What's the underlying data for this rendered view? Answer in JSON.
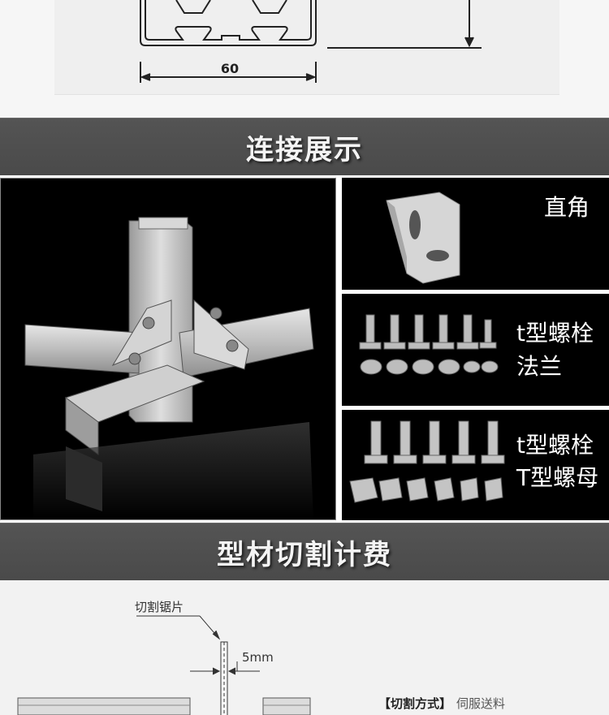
{
  "drawing": {
    "dimension_width": "60"
  },
  "sections": {
    "connection_title": "连接展示",
    "cutting_title": "型材切割计费"
  },
  "panels": {
    "right_angle_label": "直角",
    "flange_line1": "t型螺栓",
    "flange_line2": "法兰",
    "tnut_line1": "t型螺栓",
    "tnut_line2": "T型螺母"
  },
  "cutting": {
    "blade_label": "切割锯片",
    "blade_width": "5mm",
    "method_key": "【切割方式】",
    "method_value": "伺服送料"
  },
  "colors": {
    "banner": "#4e4e4e",
    "panel_bg": "#000000",
    "aluminum": "#c8c8c8"
  }
}
